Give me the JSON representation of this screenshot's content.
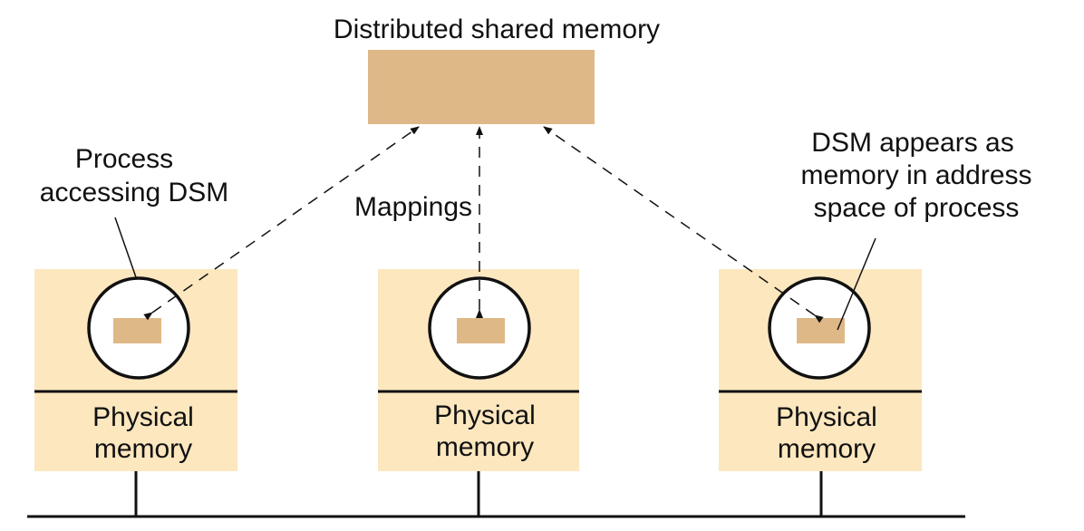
{
  "title": "Distributed shared memory",
  "labels": {
    "process_accessing": [
      "Process",
      "accessing DSM"
    ],
    "mappings": "Mappings",
    "dsm_appears": [
      "DSM appears as",
      "memory in address",
      "space of process"
    ]
  },
  "nodes": [
    {
      "memory_label": [
        "Physical",
        "memory"
      ]
    },
    {
      "memory_label": [
        "Physical",
        "memory"
      ]
    },
    {
      "memory_label": [
        "Physical",
        "memory"
      ]
    }
  ],
  "colors": {
    "node_fill": "#fce7bf",
    "dsm_fill": "#dfb888",
    "line": "#111111",
    "circle_fill": "#ffffff"
  }
}
